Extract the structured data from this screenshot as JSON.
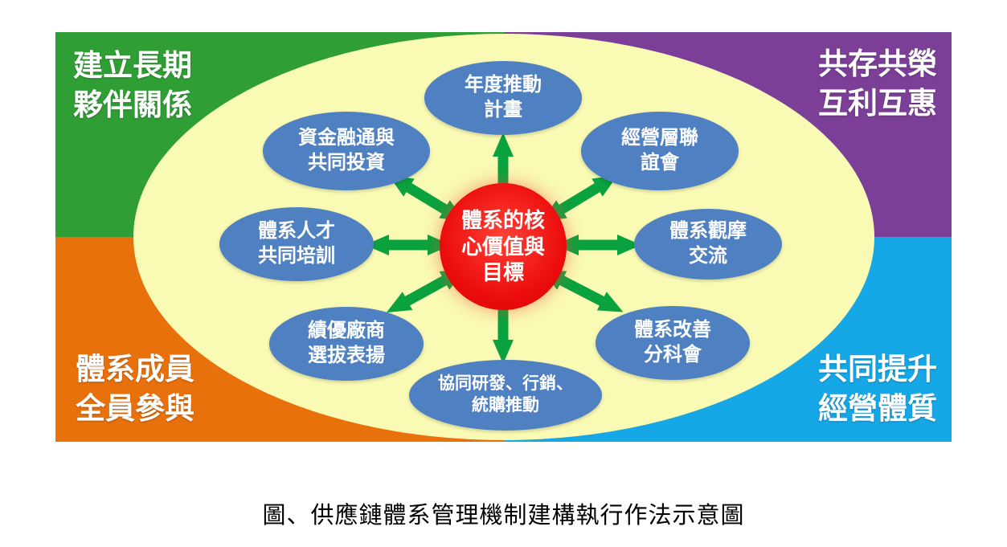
{
  "caption": "圖、供應鏈體系管理機制建構執行作法示意圖",
  "quadrants": {
    "top_left": "建立長期\n夥伴關係",
    "top_right": "共存共榮\n互利互惠",
    "bottom_left": "體系成員\n全員參與",
    "bottom_right": "共同提升\n經營體質"
  },
  "center_node": "體系的核\n心價值與\n目標",
  "nodes": {
    "top": "年度推動\n計畫",
    "top_left": "資金融通與\n共同投資",
    "top_right": "經營層聯\n誼會",
    "left": "體系人才\n共同培訓",
    "right": "體系觀摩\n交流",
    "bottom_left": "績優廠商\n選拔表揚",
    "bottom_right": "體系改善\n分科會",
    "bottom": "協同研發、行銷、\n統購推動"
  },
  "colors": {
    "quadrant_top_left": "#2f9e35",
    "quadrant_top_right": "#7c3f98",
    "quadrant_bottom_left": "#e8710c",
    "quadrant_bottom_right": "#16a7e7",
    "inner_ellipse": "#f9fab4",
    "node_fill": "#4f80c2",
    "center_fill": "#ec0d0d",
    "arrow": "#0aa23e",
    "label_text": "#ffffff",
    "caption_text": "#000000"
  }
}
